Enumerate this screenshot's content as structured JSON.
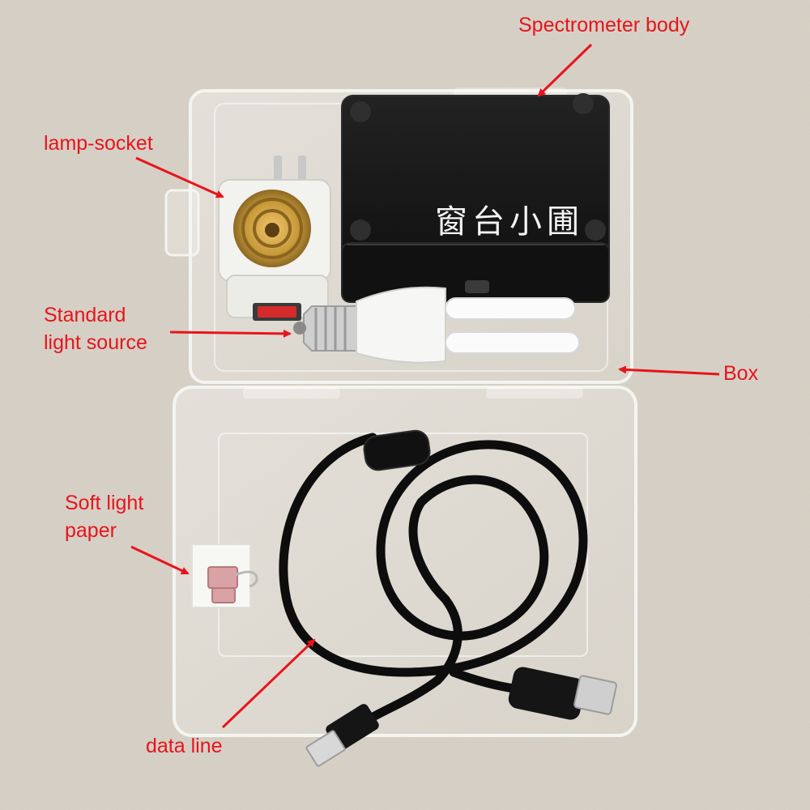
{
  "labels": {
    "spectrometer_body": "Spectrometer body",
    "lamp_socket": "lamp-socket",
    "standard_light_source": [
      "Standard",
      "light source"
    ],
    "box": "Box",
    "soft_light_paper": [
      "Soft light",
      "paper"
    ],
    "data_line": "data line"
  },
  "device_marking": "窗台小圃",
  "colors": {
    "annotation": "#e8141b",
    "countertop": "#d9d3c8",
    "device_body": "#141414",
    "cable": "#0d0d0d",
    "socket": "#f2f2ee",
    "brass": "#c89a3a",
    "clip": "#d9a3a6"
  }
}
